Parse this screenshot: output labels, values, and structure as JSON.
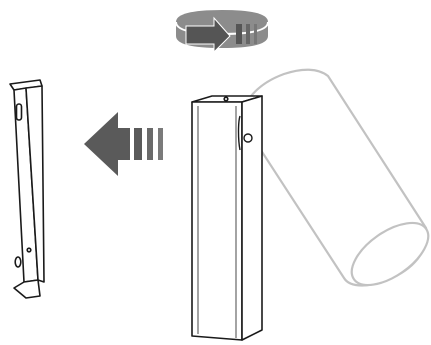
{
  "diagram": {
    "kind": "assembly-instruction",
    "steps": [
      {
        "icon": "rotate-arrow-icon",
        "meaning": "rotate"
      },
      {
        "icon": "move-left-arrow-icon",
        "meaning": "slide-onto-bracket"
      }
    ],
    "parts": [
      "mounting-bracket",
      "lamp-body",
      "lamp-head"
    ],
    "colors": {
      "line": "#1a1a1a",
      "arrow_dark": "#555555",
      "arrow_light": "#8a8a8a",
      "lamp_head_stroke": "#c8c8c8",
      "background": "#ffffff"
    }
  }
}
